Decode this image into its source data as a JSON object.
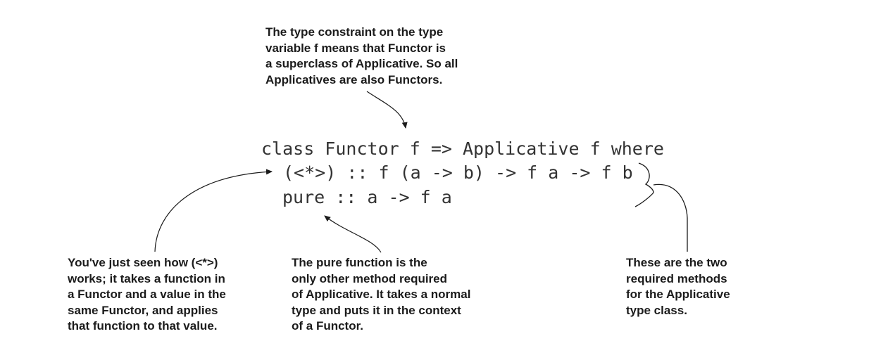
{
  "code": {
    "line1": "class Functor f => Applicative f where",
    "line2": "(<*>) :: f (a -> b) -> f a -> f b",
    "line3": "pure :: a -> f a"
  },
  "annotations": {
    "top": [
      "The type constraint on the type",
      "variable f means that Functor is",
      "a superclass of Applicative. So all",
      "Applicatives are also Functors."
    ],
    "bottom_left": [
      "You've just seen how (<*>)",
      "works; it takes a function in",
      "a Functor and a value in the",
      "same Functor, and applies",
      "that function to that value."
    ],
    "bottom_middle": [
      "The pure function is the",
      "only other method required",
      "of Applicative. It takes a normal",
      "type and puts it in the context",
      "of a Functor."
    ],
    "bottom_right": [
      "These are the two",
      "required methods",
      "for the Applicative",
      "type class."
    ]
  }
}
